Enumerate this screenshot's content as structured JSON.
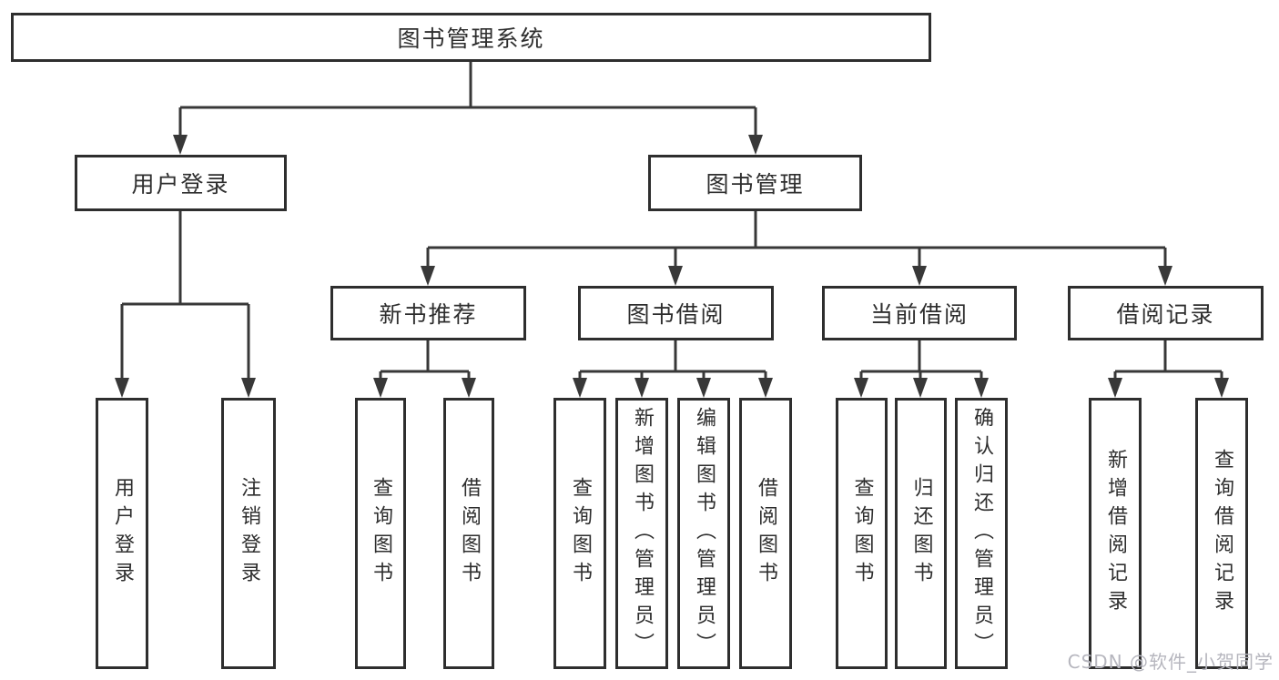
{
  "diagram": {
    "root": {
      "label": "图书管理系统"
    },
    "branches": [
      {
        "label": "用户登录",
        "leaves": [
          {
            "label": "用户登录"
          },
          {
            "label": "注销登录"
          }
        ]
      },
      {
        "label": "图书管理",
        "groups": [
          {
            "label": "新书推荐",
            "leaves": [
              {
                "label": "查询图书"
              },
              {
                "label": "借阅图书"
              }
            ]
          },
          {
            "label": "图书借阅",
            "leaves": [
              {
                "label": "查询图书"
              },
              {
                "label": "新增图书（管理员）"
              },
              {
                "label": "编辑图书（管理员）"
              },
              {
                "label": "借阅图书"
              }
            ]
          },
          {
            "label": "当前借阅",
            "leaves": [
              {
                "label": "查询图书"
              },
              {
                "label": "归还图书"
              },
              {
                "label": "确认归还（管理员）"
              }
            ]
          },
          {
            "label": "借阅记录",
            "leaves": [
              {
                "label": "新增借阅记录"
              },
              {
                "label": "查询借阅记录"
              }
            ]
          }
        ]
      }
    ]
  },
  "watermark": {
    "text": "CSDN @软件_小贺同学"
  },
  "colors": {
    "line": "#383838",
    "border": "#2e2e2e",
    "fill": "#ffffff",
    "text": "#2e2e2e",
    "watermark": "#b6b6be"
  }
}
